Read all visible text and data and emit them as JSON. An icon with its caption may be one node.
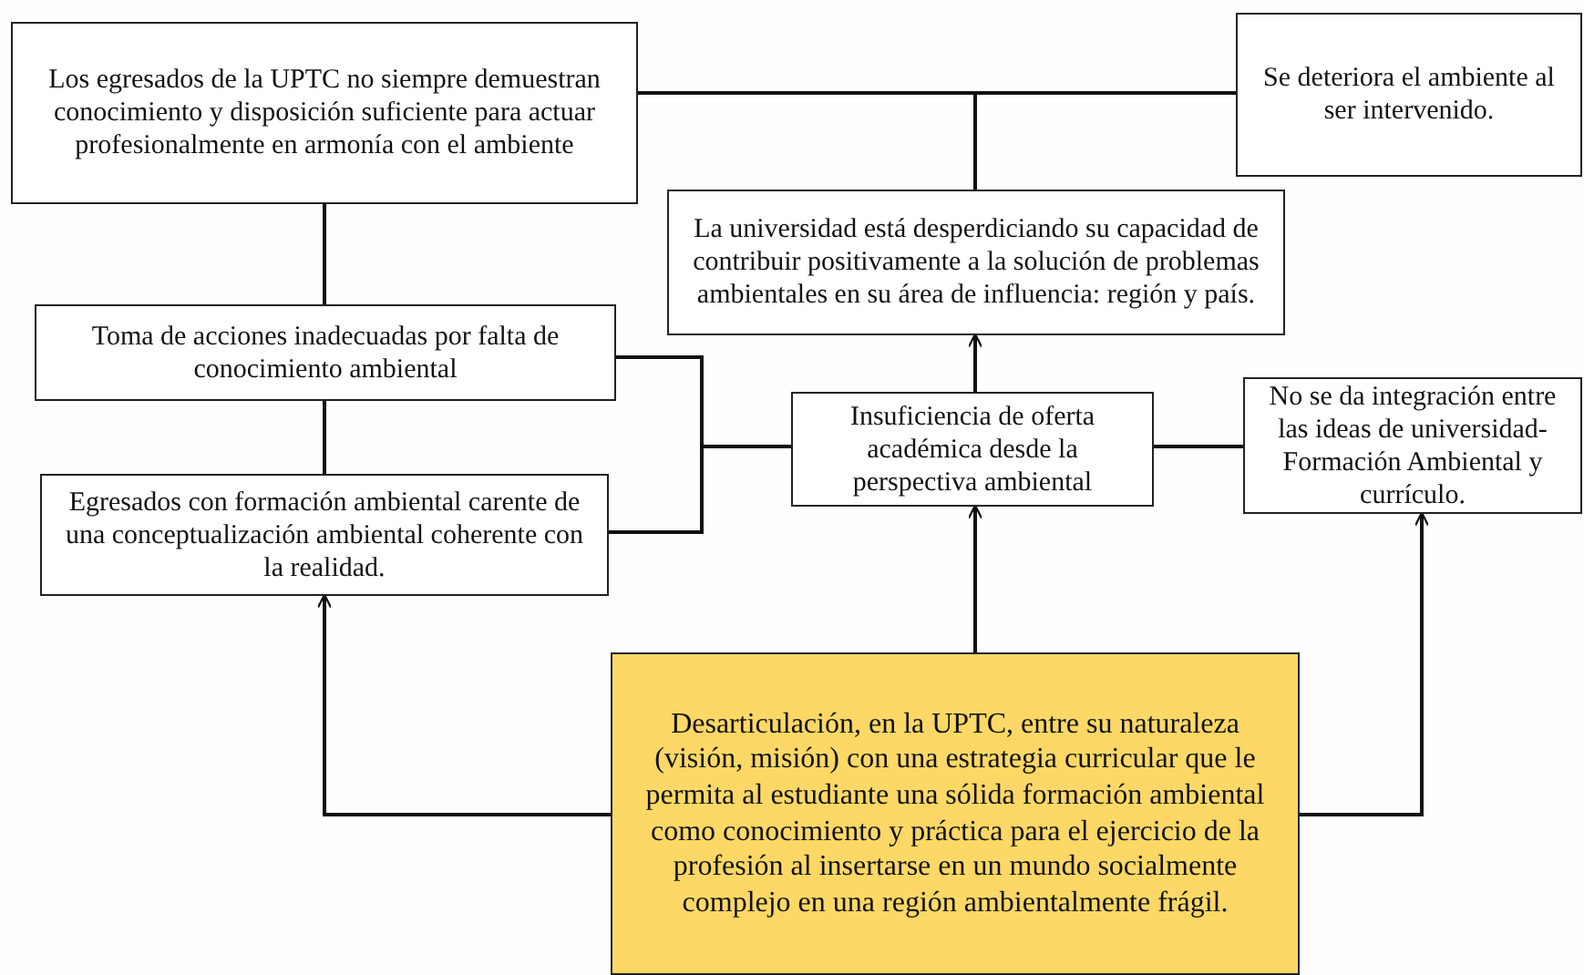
{
  "diagram": {
    "nodes": [
      {
        "text": [
          "Los egresados de la UPTC no siempre demuestran conocimiento y disposición suficiente para actuar profesionalmente en armonía con el ambiente"
        ]
      },
      {
        "text": [
          "Se deteriora el ambiente al ser intervenido."
        ]
      },
      {
        "text": [
          "La universidad está desperdiciando su capacidad de contribuir positivamente a la solución de problemas ambientales en su área de influencia: región y país."
        ]
      },
      {
        "text": [
          "Toma de acciones inadecuadas por falta de conocimiento ambiental"
        ]
      },
      {
        "text": [
          "Egresados con formación ambiental carente de una conceptualización ambiental coherente con la realidad."
        ]
      },
      {
        "text": [
          "Insuficiencia de oferta académica desde la perspectiva ambiental"
        ]
      },
      {
        "text": [
          "No se da integración entre las ideas de universidad-Formación Ambiental y currículo."
        ]
      },
      {
        "text": [
          "Desarticulación, en la UPTC, entre su naturaleza (visión, misión) con una estrategia curricular que le permita al estudiante una sólida formación ambiental como conocimiento y práctica para el ejercicio de la profesión al insertarse en un mundo socialmente complejo en una región ambientalmente frágil."
        ]
      }
    ],
    "edges": [
      {
        "from": 2,
        "to": 0,
        "arrow": "none"
      },
      {
        "from": 2,
        "to": 1,
        "arrow": "none"
      },
      {
        "from": 0,
        "to": 3,
        "arrow": "none"
      },
      {
        "from": 3,
        "to": 4,
        "arrow": "none"
      },
      {
        "from": 5,
        "to": 2,
        "arrow": "to"
      },
      {
        "from": 5,
        "to": 3,
        "arrow": "none"
      },
      {
        "from": 5,
        "to": 4,
        "arrow": "none"
      },
      {
        "from": 5,
        "to": 6,
        "arrow": "none"
      },
      {
        "from": 7,
        "to": 5,
        "arrow": "to"
      },
      {
        "from": 7,
        "to": 4,
        "arrow": "to"
      },
      {
        "from": 7,
        "to": 6,
        "arrow": "to"
      }
    ]
  }
}
